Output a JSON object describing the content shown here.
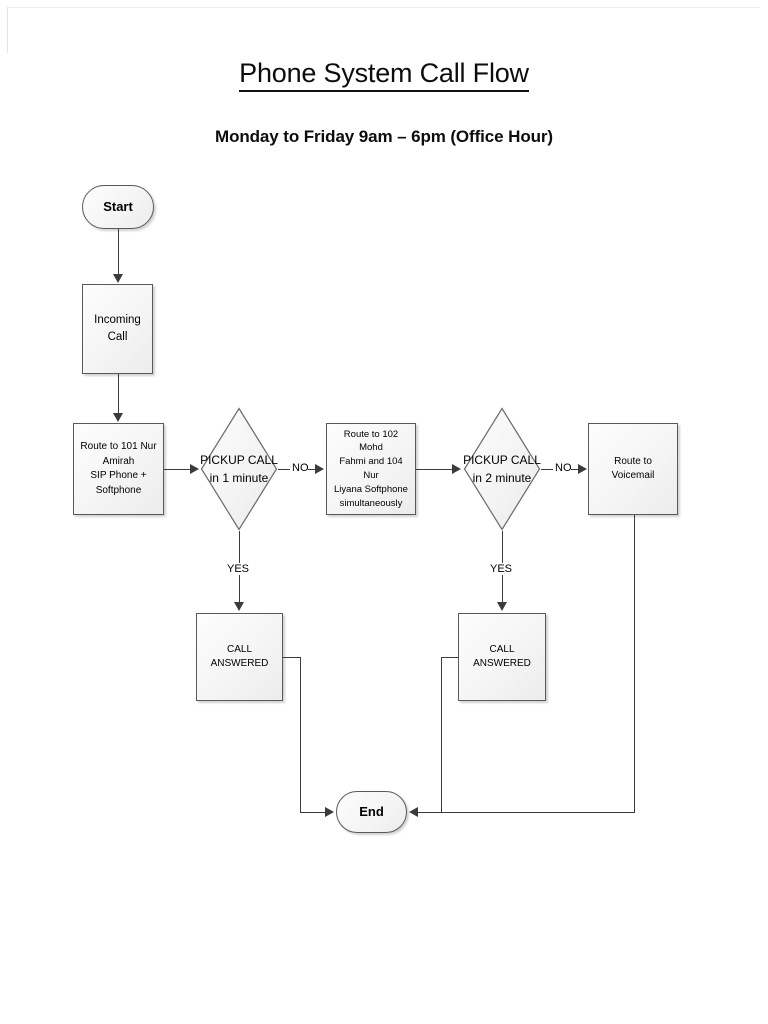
{
  "document": {
    "title": "Phone System Call Flow",
    "subtitle": "Monday to Friday 9am – 6pm (Office Hour)"
  },
  "flowchart": {
    "type": "flowchart",
    "nodes": [
      {
        "id": "start",
        "shape": "terminator",
        "label": "Start"
      },
      {
        "id": "incoming_call",
        "shape": "process",
        "label": "Incoming Call"
      },
      {
        "id": "route_101",
        "shape": "process",
        "label": "Route to 101 Nur Amirah\nSIP Phone + Softphone",
        "lines": [
          "Route to 101 Nur",
          "Amirah",
          "SIP Phone +",
          "Softphone"
        ]
      },
      {
        "id": "pickup_1",
        "shape": "decision",
        "label": "PICKUP CALL in 1 minute",
        "lines": [
          "PICKUP CALL",
          "in 1 minute"
        ]
      },
      {
        "id": "route_102_104",
        "shape": "process",
        "label": "Route to 102 Mohd Fahmi and 104 Nur Liyana Softphone simultaneously",
        "lines": [
          "Route to 102 Mohd",
          "Fahmi and 104 Nur",
          "Liyana Softphone",
          "simultaneously"
        ]
      },
      {
        "id": "pickup_2",
        "shape": "decision",
        "label": "PICKUP CALL in 2 minute",
        "lines": [
          "PICKUP CALL",
          "in 2 minute"
        ]
      },
      {
        "id": "voicemail",
        "shape": "process",
        "label": "Route to Voicemail"
      },
      {
        "id": "call_answered_1",
        "shape": "process",
        "label": "CALL ANSWERED"
      },
      {
        "id": "call_answered_2",
        "shape": "process",
        "label": "CALL ANSWERED"
      },
      {
        "id": "end",
        "shape": "terminator",
        "label": "End"
      }
    ],
    "edges": [
      {
        "from": "start",
        "to": "incoming_call",
        "label": ""
      },
      {
        "from": "incoming_call",
        "to": "route_101",
        "label": ""
      },
      {
        "from": "route_101",
        "to": "pickup_1",
        "label": ""
      },
      {
        "from": "pickup_1",
        "to": "route_102_104",
        "label": "NO"
      },
      {
        "from": "pickup_1",
        "to": "call_answered_1",
        "label": "YES"
      },
      {
        "from": "route_102_104",
        "to": "pickup_2",
        "label": ""
      },
      {
        "from": "pickup_2",
        "to": "voicemail",
        "label": "NO"
      },
      {
        "from": "pickup_2",
        "to": "call_answered_2",
        "label": "YES"
      },
      {
        "from": "call_answered_1",
        "to": "end",
        "label": ""
      },
      {
        "from": "call_answered_2",
        "to": "end",
        "label": ""
      },
      {
        "from": "voicemail",
        "to": "end",
        "label": ""
      }
    ],
    "edge_labels": {
      "no_1": "NO",
      "no_2": "NO",
      "yes_1": "YES",
      "yes_2": "YES"
    }
  },
  "colors": {
    "node_border": "#595959",
    "node_fill": "#f2f2f2",
    "connector": "#3b3b3b",
    "text": "#000000"
  }
}
